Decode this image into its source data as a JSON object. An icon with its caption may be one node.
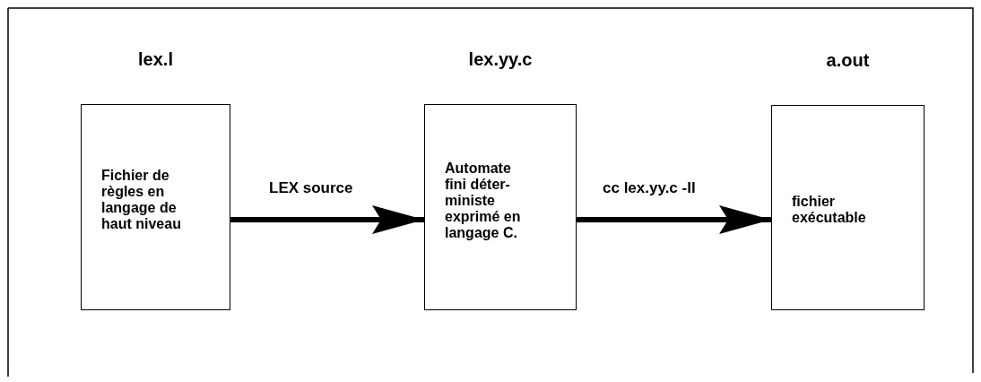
{
  "diagram": {
    "nodes": [
      {
        "text": [
          "lex.l",
          "Fichier de règles en langage de haut niveau"
        ]
      },
      {
        "text": [
          "lex.yy.c",
          "Automate fini déter-ministe exprimé en langage C."
        ]
      },
      {
        "text": [
          "a.out",
          "fichier exécutable"
        ]
      }
    ],
    "edges": [
      {
        "from": 0,
        "to": 1,
        "arrow": "to",
        "label": "LEX source"
      },
      {
        "from": 1,
        "to": 2,
        "arrow": "to",
        "label": "cc lex.yy.c -ll"
      }
    ]
  }
}
